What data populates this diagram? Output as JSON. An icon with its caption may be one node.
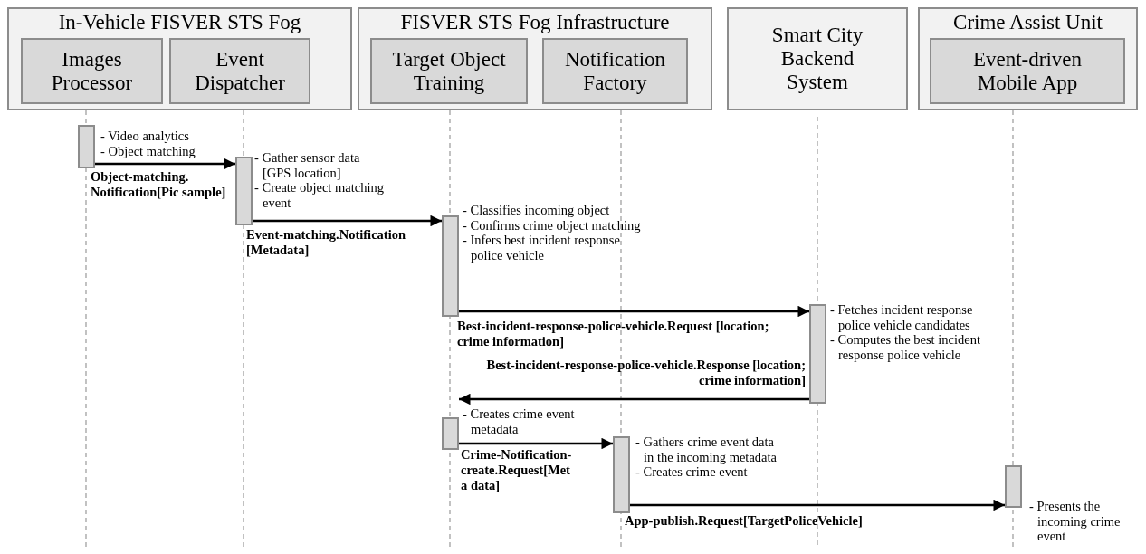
{
  "diagram": {
    "nodes": [
      {
        "text": [
          "In-Vehicle FISVER STS Fog"
        ]
      },
      {
        "text": [
          "Images Processor"
        ],
        "in": 0
      },
      {
        "text": [
          "Event Dispatcher"
        ],
        "in": 0
      },
      {
        "text": [
          "FISVER STS Fog Infrastructure"
        ]
      },
      {
        "text": [
          "Target Object Training"
        ],
        "in": 3
      },
      {
        "text": [
          "Notification Factory"
        ],
        "in": 3
      },
      {
        "text": [
          "Smart City Backend System"
        ]
      },
      {
        "text": [
          "Crime Assist Unit"
        ]
      },
      {
        "text": [
          "Event-driven Mobile App"
        ],
        "in": 7
      },
      {
        "text": [],
        "shape": "bar",
        "beside": [
          "- Video analytics",
          "- Object matching"
        ]
      },
      {
        "text": [],
        "shape": "bar",
        "beside": [
          "- Gather sensor data [GPS location]",
          "- Create object matching event"
        ]
      },
      {
        "text": [],
        "shape": "bar",
        "beside": [
          "- Classifies incoming object",
          "- Confirms crime object matching",
          "- Infers best incident response police vehicle"
        ]
      },
      {
        "text": [],
        "shape": "bar",
        "beside": [
          "- Fetches incident response police vehicle candidates",
          "- Computes the best incident response police vehicle"
        ]
      },
      {
        "text": [],
        "shape": "bar",
        "beside": [
          "- Creates crime event metadata"
        ]
      },
      {
        "text": [],
        "shape": "bar",
        "beside": [
          "- Gathers crime event data in the incoming metadata",
          "- Creates crime event"
        ]
      },
      {
        "text": [],
        "shape": "bar",
        "beside": [
          "- Presents the incoming crime event"
        ]
      }
    ],
    "edges": [
      {
        "from": 9,
        "to": 10,
        "arrow": "to",
        "label": "Object-matching. Notification[Pic sample]"
      },
      {
        "from": 10,
        "to": 11,
        "arrow": "to",
        "label": "Event-matching.Notification [Metadata]"
      },
      {
        "from": 11,
        "to": 12,
        "arrow": "to",
        "label": "Best-incident-response-police-vehicle.Request [location; crime information]"
      },
      {
        "from": 12,
        "to": 13,
        "arrow": "to",
        "label": "Best-incident-response-police-vehicle.Response [location; crime information]"
      },
      {
        "from": 13,
        "to": 14,
        "arrow": "to",
        "label": "Crime-Notification- create.Request[Meta data]"
      },
      {
        "from": 14,
        "to": 15,
        "arrow": "to",
        "label": "App-publish.Request[TargetPoliceVehicle]"
      }
    ]
  }
}
